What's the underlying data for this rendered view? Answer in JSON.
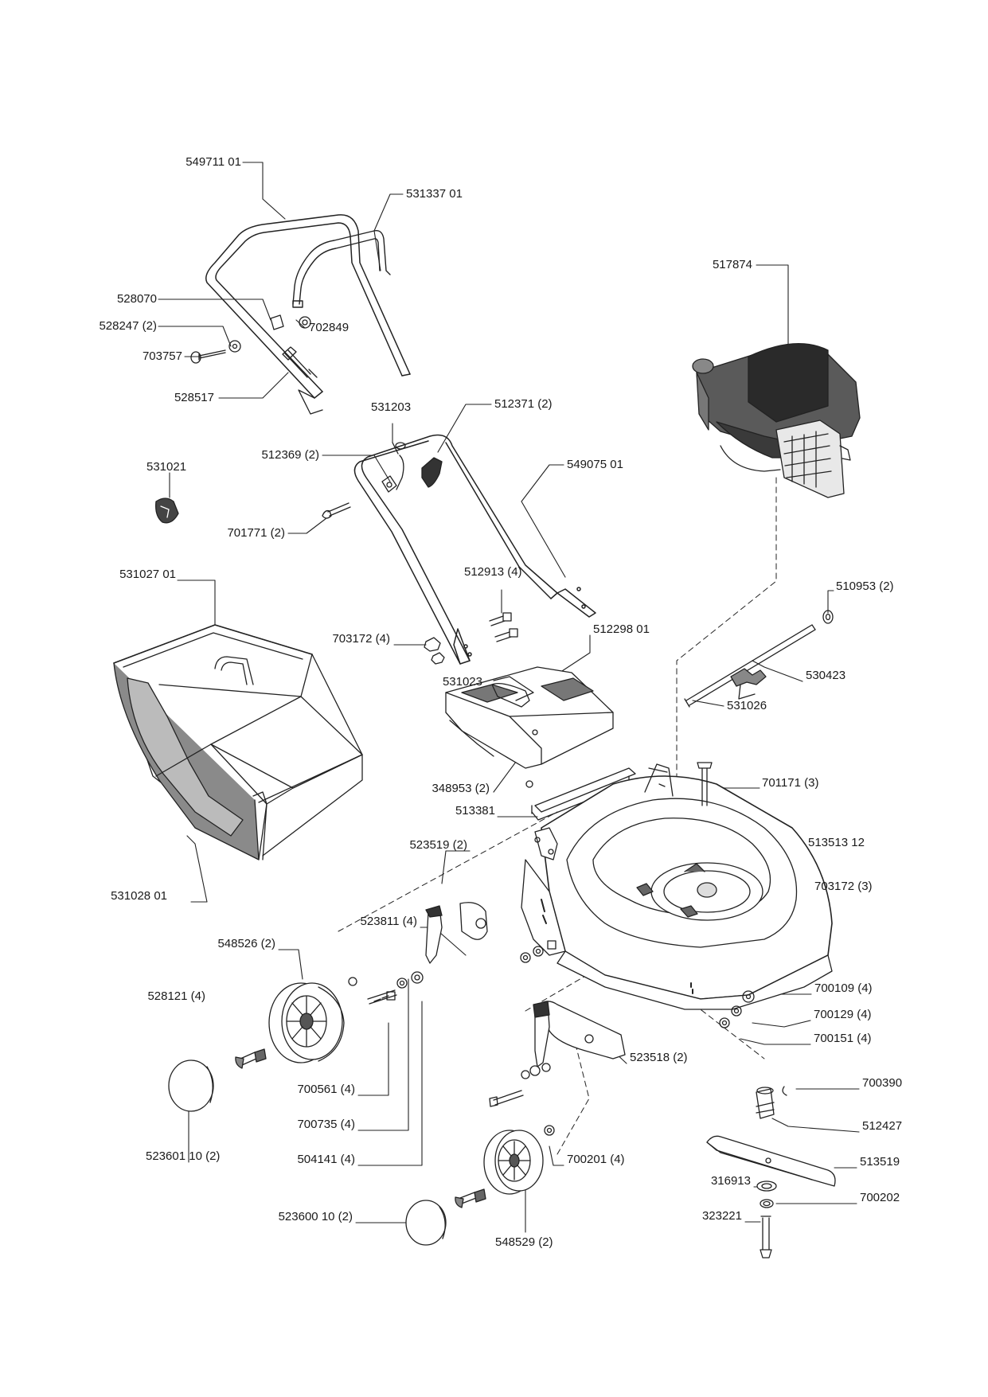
{
  "labels": {
    "p549711": "549711 01",
    "p531337": "531337 01",
    "p528070": "528070",
    "p528247": "528247 (2)",
    "p702849": "702849",
    "p703757": "703757",
    "p528517": "528517",
    "p517874": "517874",
    "p531203": "531203",
    "p512371": "512371 (2)",
    "p512369": "512369 (2)",
    "p549075": "549075 01",
    "p531021": "531021",
    "p701771": "701771 (2)",
    "p512913": "512913 (4)",
    "p510953": "510953 (2)",
    "p531027": "531027 01",
    "p703172a": "703172 (4)",
    "p512298": "512298 01",
    "p531023": "531023",
    "p530423": "530423",
    "p531026": "531026",
    "p348953": "348953 (2)",
    "p701171": "701171 (3)",
    "p513381": "513381",
    "p523519": "523519 (2)",
    "p513513": "513513 12",
    "p531028": "531028 01",
    "p703172b": "703172 (3)",
    "p523811": "523811 (4)",
    "p548526": "548526 (2)",
    "p700109": "700109 (4)",
    "p528121": "528121 (4)",
    "p700129": "700129 (4)",
    "p700151": "700151 (4)",
    "p523518": "523518 (2)",
    "p700561": "700561 (4)",
    "p700390": "700390",
    "p700735": "700735 (4)",
    "p512427": "512427",
    "p523601": "523601 10 (2)",
    "p504141": "504141 (4)",
    "p700201": "700201 (4)",
    "p513519": "513519",
    "p316913": "316913",
    "p700202": "700202",
    "p523600": "523600 10 (2)",
    "p548529": "548529 (2)",
    "p323221": "323221"
  }
}
